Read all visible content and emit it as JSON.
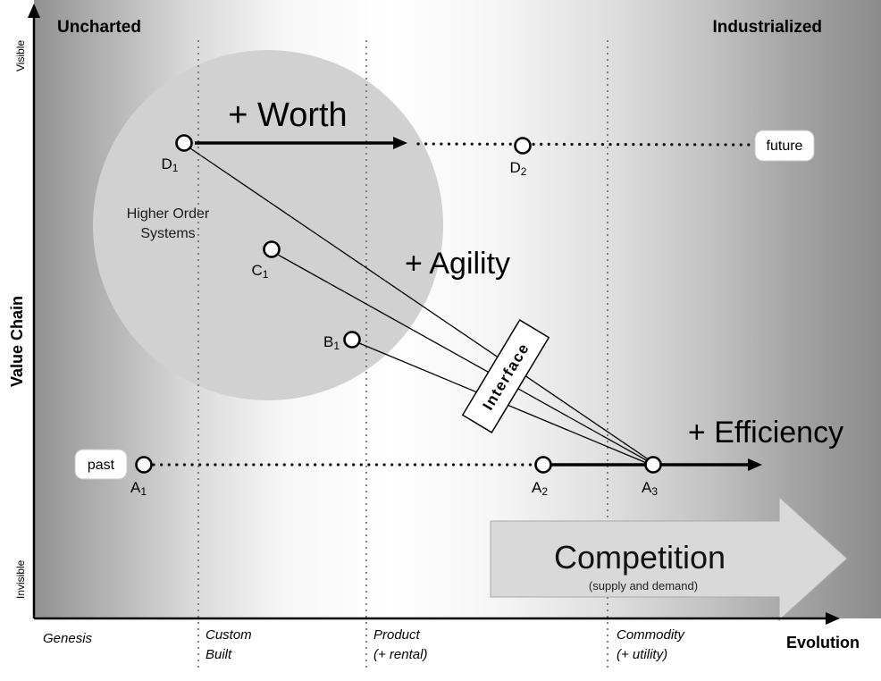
{
  "corners": {
    "left": "Uncharted",
    "right": "Industrialized"
  },
  "y_axis": {
    "label": "Value Chain",
    "top": "Visible",
    "bottom": "Invisible"
  },
  "x_axis": {
    "label": "Evolution"
  },
  "stages": [
    {
      "line1": "Genesis",
      "line2": ""
    },
    {
      "line1": "Custom",
      "line2": "Built"
    },
    {
      "line1": "Product",
      "line2": "(+ rental)"
    },
    {
      "line1": "Commodity",
      "line2": "(+ utility)"
    }
  ],
  "nodes": [
    {
      "base": "A",
      "sub": "1"
    },
    {
      "base": "A",
      "sub": "2"
    },
    {
      "base": "A",
      "sub": "3"
    },
    {
      "base": "B",
      "sub": "1"
    },
    {
      "base": "C",
      "sub": "1"
    },
    {
      "base": "D",
      "sub": "1"
    },
    {
      "base": "D",
      "sub": "2"
    }
  ],
  "annotations": {
    "worth": "+ Worth",
    "agility": "+ Agility",
    "efficiency": "+ Efficiency",
    "interface": "Interface",
    "past": "past",
    "future": "future",
    "higher_order_line1": "Higher Order",
    "higher_order_line2": "Systems",
    "competition": "Competition",
    "competition_sub": "(supply and demand)"
  },
  "colors": {
    "higher_order_circle": "#d1d1d1",
    "competition_arrow": "#d9d9d9",
    "gradient_dark": "#8b8b8b",
    "gradient_light": "#ffffff"
  }
}
